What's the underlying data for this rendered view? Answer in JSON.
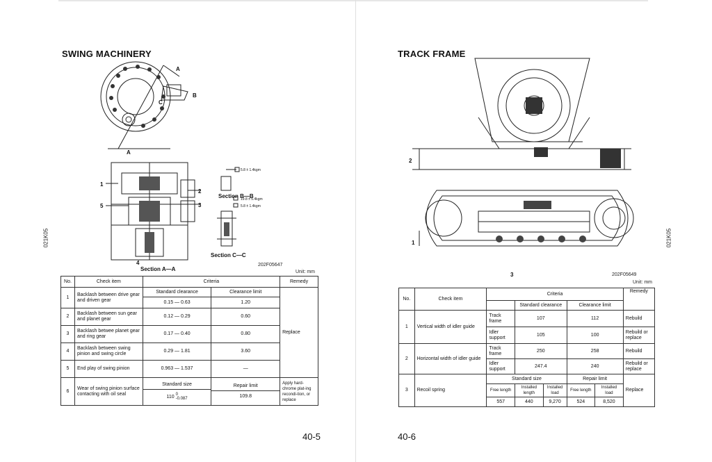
{
  "left_page": {
    "title": "SWING MACHINERY",
    "side_code": "021K05",
    "figure_code": "202F05647",
    "unit": "Unit: mm",
    "page_number": "40-5",
    "drawing_labels": {
      "A_top": "A",
      "A_bottom": "A",
      "B": "B",
      "C": "C",
      "num1": "1",
      "num2": "2",
      "num3": "3",
      "num4": "4",
      "num5": "5",
      "section_aa": "Section A—A",
      "section_bb": "Section B—B",
      "section_cc": "Section C—C",
      "torque1": "5.8 ± 1.4kgm",
      "torque2": "19.8 ± 5.4kgm",
      "torque3": "5.8 ± 1.4kgm"
    },
    "table": {
      "headers": {
        "no": "No.",
        "check_item": "Check item",
        "criteria": "Criteria",
        "remedy": "Remedy"
      },
      "sub_headers": {
        "std": "Standard clearance",
        "limit": "Clearance limit"
      },
      "rows": [
        {
          "no": "1",
          "item": "Backlash between drive gear and driven gear",
          "std": "0.15 — 0.63",
          "limit": "1.20"
        },
        {
          "no": "2",
          "item": "Backlash between sun gear and planet gear",
          "std": "0.12 — 0.29",
          "limit": "0.60"
        },
        {
          "no": "3",
          "item": "Backlash betwee planet gear and ring gear",
          "std": "0.17 — 0.40",
          "limit": "0.80"
        },
        {
          "no": "4",
          "item": "Backlash between swing pinion and swing circle",
          "std": "0.29 — 1.81",
          "limit": "3.60"
        },
        {
          "no": "5",
          "item": "End play of swing pinion",
          "std": "0.963 — 1.537",
          "limit": "—"
        }
      ],
      "remedy_group": "Replace",
      "row6": {
        "no": "6",
        "item": "Wear of swing pinion surface contacting with oil seal",
        "std_header": "Standard size",
        "repair_header": "Repair limit",
        "std_base": "110",
        "std_upper": "0",
        "std_lower": "-0.087",
        "repair": "109.8",
        "remedy": "Apply hard-chrome plat-ing recondi-tion, or replace"
      }
    }
  },
  "right_page": {
    "title": "TRACK FRAME",
    "side_code": "021K05",
    "figure_code": "202F05649",
    "unit": "Unit: mm",
    "page_number": "40-6",
    "drawing_labels": {
      "num1": "1",
      "num2": "2",
      "num3": "3"
    },
    "table": {
      "headers": {
        "no": "No.",
        "check_item": "Check item",
        "criteria": "Criteria",
        "remedy": "Remedy"
      },
      "sub_headers": {
        "std": "Standard clearance",
        "limit": "Clearance limit"
      },
      "row1": {
        "no": "1",
        "item": "Vertical width of idler guide",
        "track_frame": {
          "part": "Track frame",
          "std": "107",
          "limit": "112",
          "remedy": "Rebuild"
        },
        "idler_support": {
          "part": "Idler support",
          "std": "105",
          "limit": "100",
          "remedy": "Rebuild or replace"
        }
      },
      "row2": {
        "no": "2",
        "item": "Horizontal width of idler guide",
        "track_frame": {
          "part": "Track frame",
          "std": "250",
          "limit": "258",
          "remedy": "Rebuild"
        },
        "idler_support": {
          "part": "Idler support",
          "std": "247.4",
          "limit": "240",
          "remedy": "Rebuild or replace"
        }
      },
      "row3": {
        "no": "3",
        "item": "Recoil spring",
        "std_size": "Standard size",
        "repair_limit": "Repair limit",
        "cols": [
          "Free length",
          "Installed length",
          "Installed load",
          "Free length",
          "Installed load"
        ],
        "values": [
          "557",
          "440",
          "9,270",
          "524",
          "8,520"
        ],
        "remedy": "Replace"
      }
    }
  }
}
